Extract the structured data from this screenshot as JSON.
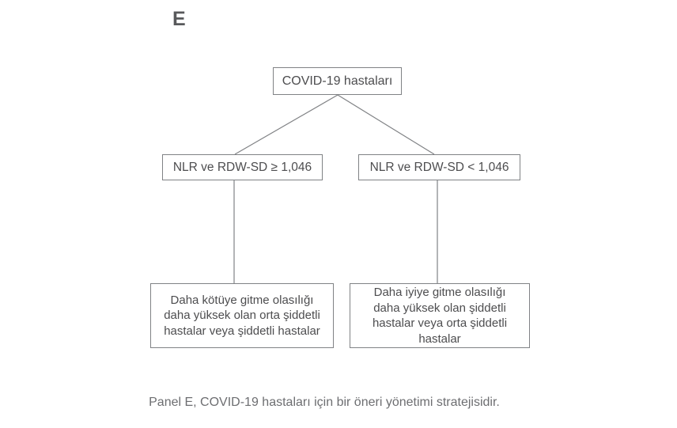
{
  "panel": {
    "label": "E",
    "caption": "Panel E, COVID-19 hastaları için bir öneri yönetimi stratejisidir."
  },
  "flowchart": {
    "root": {
      "text": "COVID-19 hastaları"
    },
    "left_branch": {
      "condition": "NLR ve RDW-SD ≥ 1,046",
      "outcome_lines": [
        "Daha kötüye gitme olasılığı",
        "daha yüksek olan orta şiddetli",
        "hastalar veya şiddetli hastalar"
      ]
    },
    "right_branch": {
      "condition": "NLR ve RDW-SD < 1,046",
      "outcome_lines": [
        "Daha iyiye gitme olasılığı",
        "daha yüksek olan şiddetli",
        "hastalar veya orta şiddetli",
        "hastalar"
      ]
    }
  },
  "colors": {
    "background": "#ffffff",
    "box_border": "#808285",
    "box_text": "#4d4d4f",
    "connector": "#808285",
    "caption_text": "#6d6e71",
    "panel_label": "#58595b"
  }
}
